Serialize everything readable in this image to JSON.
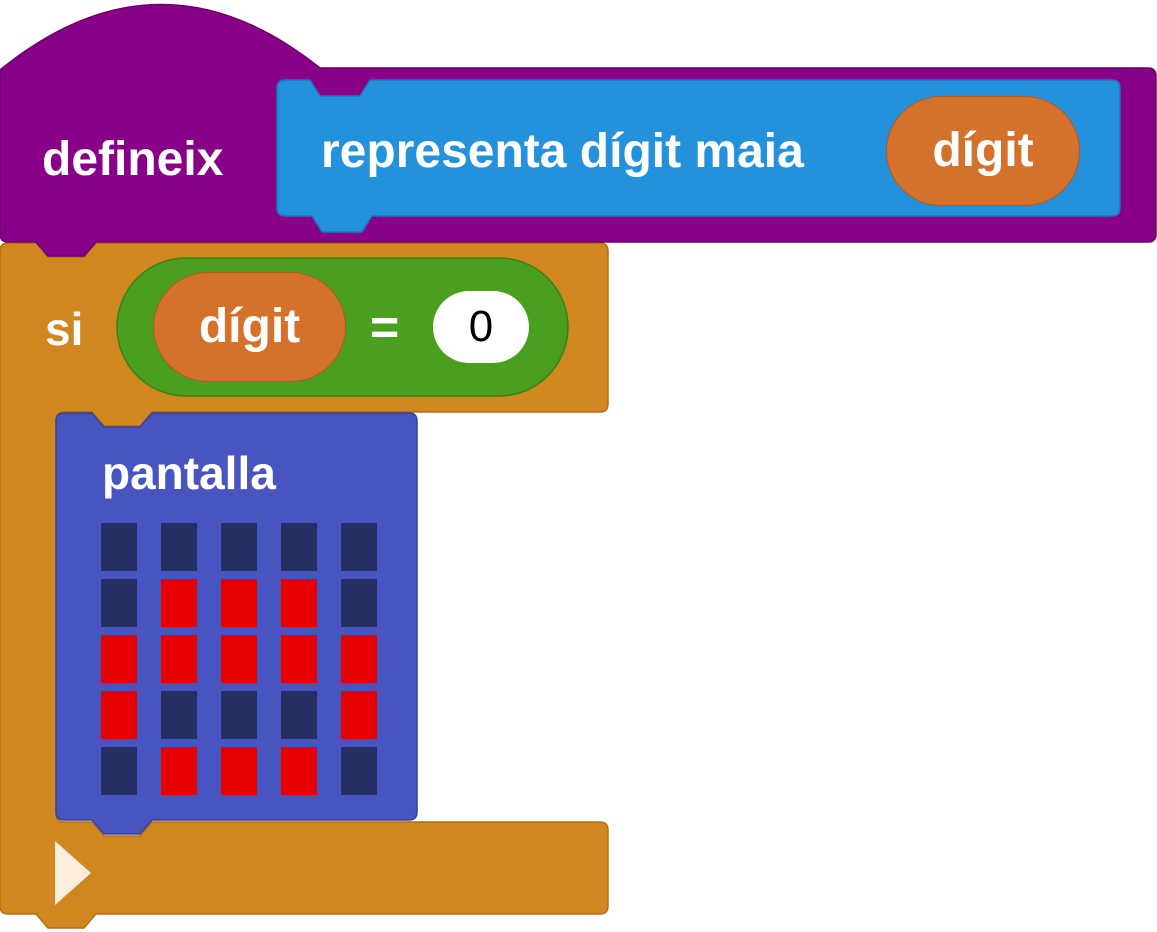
{
  "define_block": {
    "keyword": "defineix",
    "signature_text": "representa dígit maia",
    "parameter": "dígit",
    "color": "#870087",
    "signature_color": "#2391dc"
  },
  "if_block": {
    "keyword": "si",
    "color": "#d0871f",
    "condition": {
      "left_variable": "dígit",
      "operator": "=",
      "right_value": "0",
      "color": "#4a9f20"
    }
  },
  "show_leds_block": {
    "label": "pantalla",
    "color": "#4855c1",
    "led_on_color": "#e60000",
    "led_off_color": "#262d62",
    "leds": [
      [
        0,
        0,
        0,
        0,
        0
      ],
      [
        0,
        1,
        1,
        1,
        0
      ],
      [
        1,
        1,
        1,
        1,
        1
      ],
      [
        1,
        0,
        0,
        0,
        1
      ],
      [
        0,
        1,
        1,
        1,
        0
      ]
    ]
  },
  "variable_color": "#d4712a",
  "collapse_icon": "play-arrow-icon"
}
